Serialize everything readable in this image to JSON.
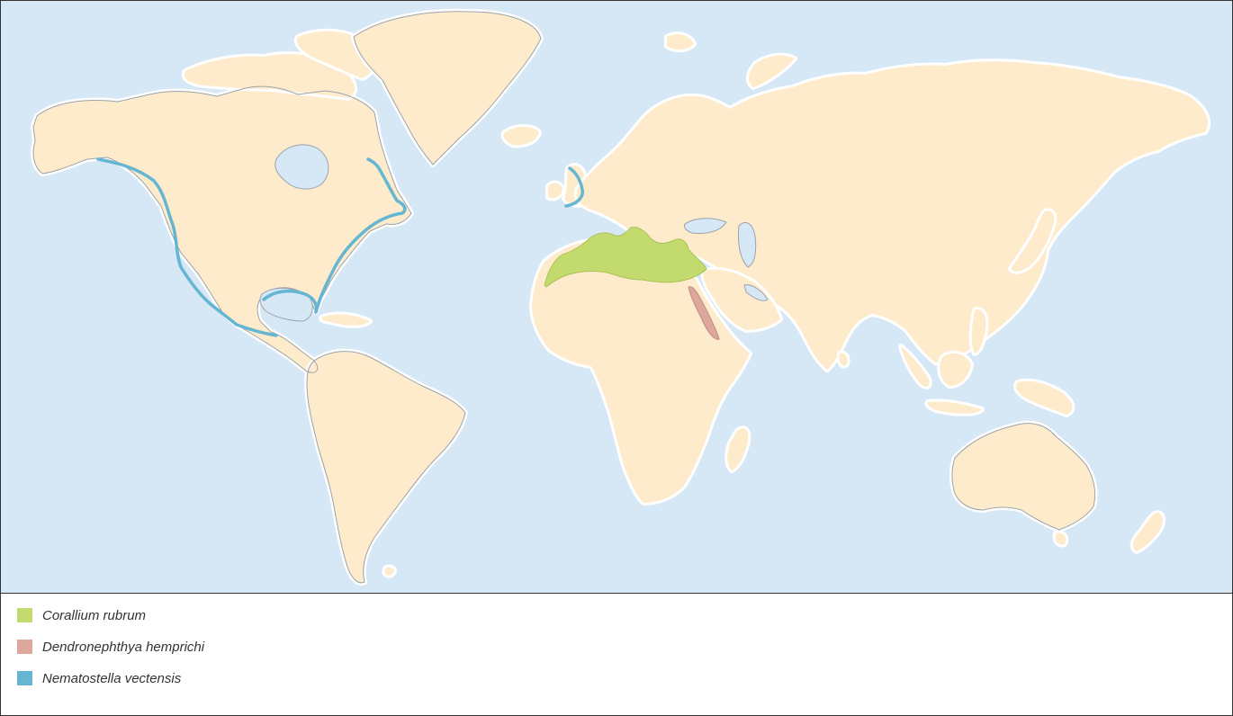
{
  "colors": {
    "ocean": "#d6e7f6",
    "land": "#fdebcc",
    "coast": "#9aa3ab",
    "frame": "#333333"
  },
  "legend": {
    "items": [
      {
        "name": "Corallium rubrum",
        "color": "#c3da6e"
      },
      {
        "name": "Dendronephthya hemprichi",
        "color": "#dea79c"
      },
      {
        "name": "Nematostella vectensis",
        "color": "#64b6d3"
      }
    ]
  }
}
